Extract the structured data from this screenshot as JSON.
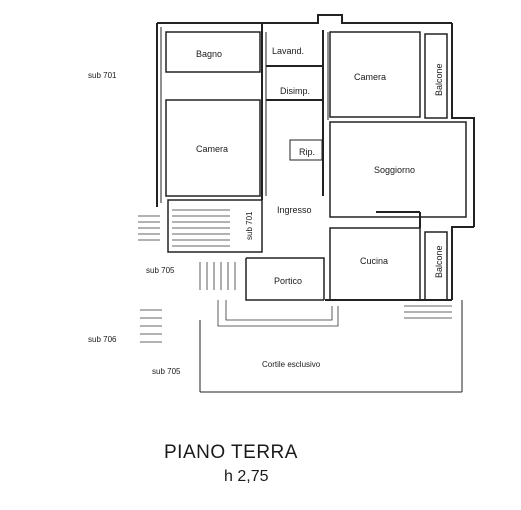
{
  "rooms": {
    "bagno": "Bagno",
    "lavand": "Lavand.",
    "camera_top": "Camera",
    "balcone_top": "Balcone",
    "disimp": "Disimp.",
    "camera_left": "Camera",
    "rip": "Rip.",
    "soggiorno": "Soggiorno",
    "ingresso": "Ingresso",
    "cucina": "Cucina",
    "balcone_bottom": "Balcone",
    "portico": "Portico",
    "cortile": "Cortile esclusivo"
  },
  "subs": {
    "sub701_left": "sub 701",
    "sub701_stair": "sub 701",
    "sub705_top": "sub 705",
    "sub706": "sub 706",
    "sub705_bottom": "sub 705"
  },
  "footer": {
    "title": "PIANO TERRA",
    "height": "h 2,75"
  }
}
